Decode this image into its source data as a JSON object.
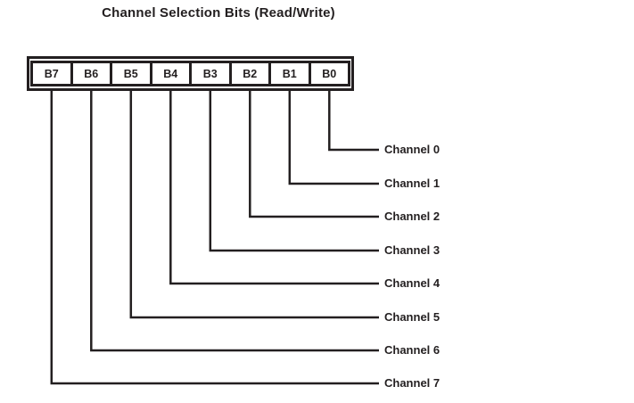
{
  "title": "Channel Selection Bits (Read/Write)",
  "register": {
    "bits": [
      {
        "label": "B7"
      },
      {
        "label": "B6"
      },
      {
        "label": "B5"
      },
      {
        "label": "B4"
      },
      {
        "label": "B3"
      },
      {
        "label": "B2"
      },
      {
        "label": "B1"
      },
      {
        "label": "B0"
      }
    ]
  },
  "channels": [
    {
      "label": "Channel 0",
      "bit": "B0"
    },
    {
      "label": "Channel 1",
      "bit": "B1"
    },
    {
      "label": "Channel 2",
      "bit": "B2"
    },
    {
      "label": "Channel 3",
      "bit": "B3"
    },
    {
      "label": "Channel 4",
      "bit": "B4"
    },
    {
      "label": "Channel 5",
      "bit": "B5"
    },
    {
      "label": "Channel 6",
      "bit": "B6"
    },
    {
      "label": "Channel 7",
      "bit": "B7"
    }
  ],
  "colors": {
    "ink": "#231f20",
    "background": "#ffffff"
  }
}
